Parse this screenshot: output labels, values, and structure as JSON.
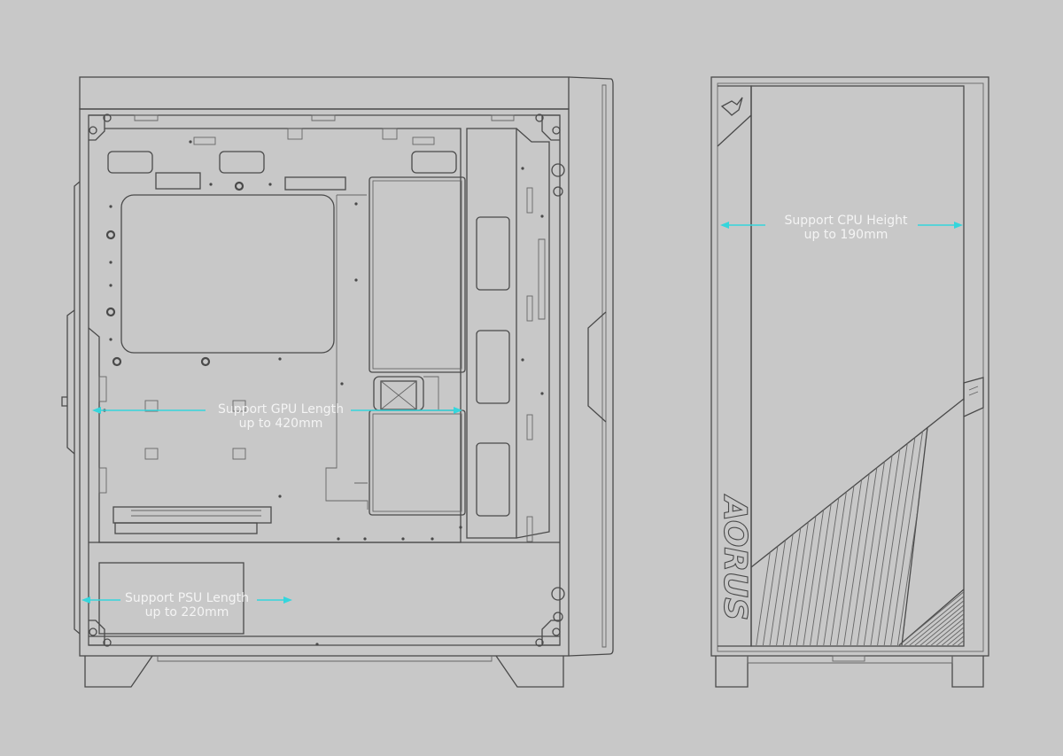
{
  "annotations": {
    "gpu": {
      "line1": "Support GPU Length",
      "line2": "up to 420mm"
    },
    "psu": {
      "line1": "Support PSU Length",
      "line2": "up to 220mm"
    },
    "cpu": {
      "line1": "Support CPU Height",
      "line2": "up to 190mm"
    }
  },
  "brand": {
    "text": "AORUS"
  },
  "colors": {
    "background": "#c8c8c8",
    "linework": "#4a4a4a",
    "dimension_arrow": "#34d6dc",
    "label_text": "#f4f4f4"
  }
}
